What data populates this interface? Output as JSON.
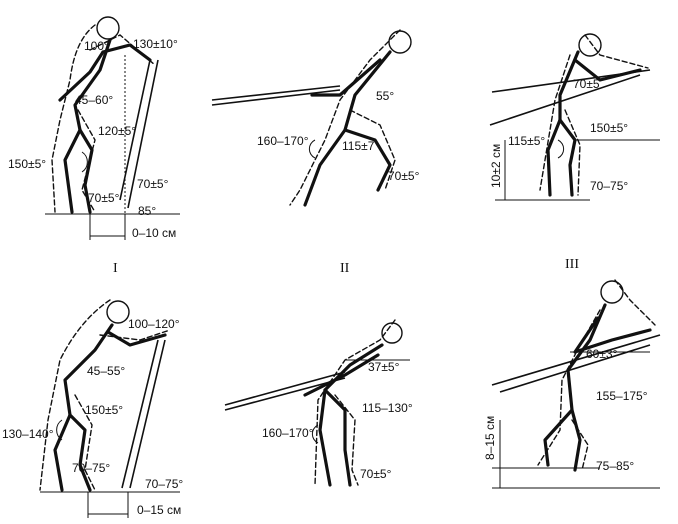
{
  "figures": [
    {
      "id": "I",
      "numeral": "I",
      "labels": [
        "100°",
        "130±10°",
        "45–60°",
        "120±5°",
        "150±5°",
        "70±5°",
        "70±5°",
        "85°",
        "0–10 см"
      ]
    },
    {
      "id": "II",
      "numeral": "II",
      "labels": [
        "55°",
        "160–170°",
        "115±7",
        "70±5°"
      ]
    },
    {
      "id": "III",
      "numeral": "III",
      "labels": [
        "70±5",
        "115±5°",
        "150±5°",
        "10±2 см",
        "70–75°"
      ]
    },
    {
      "id": "IV",
      "labels": [
        "100–120°",
        "45–55°",
        "150±5°",
        "130–140°",
        "70–75°",
        "70–75°",
        "0–15 см"
      ]
    },
    {
      "id": "V",
      "labels": [
        "37±5°",
        "115–130°",
        "160–170°",
        "70±5°"
      ]
    },
    {
      "id": "VI",
      "labels": [
        "60±3°",
        "155–175°",
        "8–15 см",
        "75–85°"
      ]
    }
  ]
}
